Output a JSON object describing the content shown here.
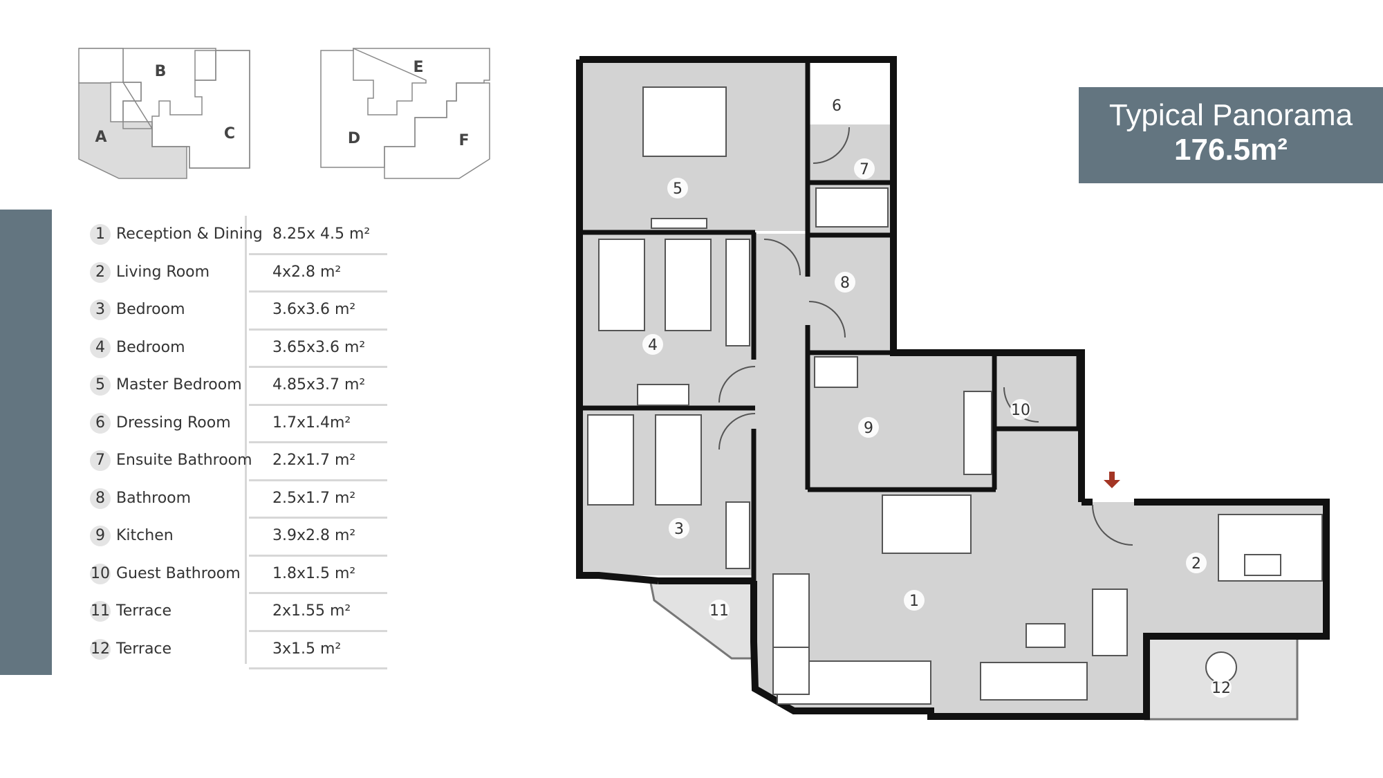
{
  "building_key": {
    "left_labels": [
      "B",
      "A",
      "C"
    ],
    "right_labels": [
      "E",
      "D",
      "F"
    ]
  },
  "title": {
    "line1": "Typical Panorama",
    "line2": "176.5m²"
  },
  "rooms": [
    {
      "num": "1",
      "name": "Reception & Dining",
      "size": "8.25x 4.5 m²"
    },
    {
      "num": "2",
      "name": "Living Room",
      "size": "4x2.8 m²"
    },
    {
      "num": "3",
      "name": "Bedroom",
      "size": "3.6x3.6 m²"
    },
    {
      "num": "4",
      "name": "Bedroom",
      "size": "3.65x3.6 m²"
    },
    {
      "num": "5",
      "name": "Master Bedroom",
      "size": "4.85x3.7 m²"
    },
    {
      "num": "6",
      "name": "Dressing Room",
      "size": "1.7x1.4m²"
    },
    {
      "num": "7",
      "name": "Ensuite Bathroom",
      "size": "2.2x1.7 m²"
    },
    {
      "num": "8",
      "name": "Bathroom",
      "size": "2.5x1.7 m²"
    },
    {
      "num": "9",
      "name": "Kitchen",
      "size": "3.9x2.8 m²"
    },
    {
      "num": "10",
      "name": "Guest Bathroom",
      "size": "1.8x1.5 m²"
    },
    {
      "num": "11",
      "name": "Terrace",
      "size": "2x1.55 m²"
    },
    {
      "num": "12",
      "name": "Terrace",
      "size": "3x1.5 m²"
    }
  ],
  "plan_labels": [
    "1",
    "2",
    "3",
    "4",
    "5",
    "6",
    "7",
    "8",
    "9",
    "10",
    "11",
    "12"
  ],
  "colors": {
    "accent": "#637580",
    "room_fill": "#d3d3d3",
    "wall": "#111111",
    "entry_arrow": "#a33524"
  },
  "icons": {
    "entry": "entry-arrow-icon"
  }
}
